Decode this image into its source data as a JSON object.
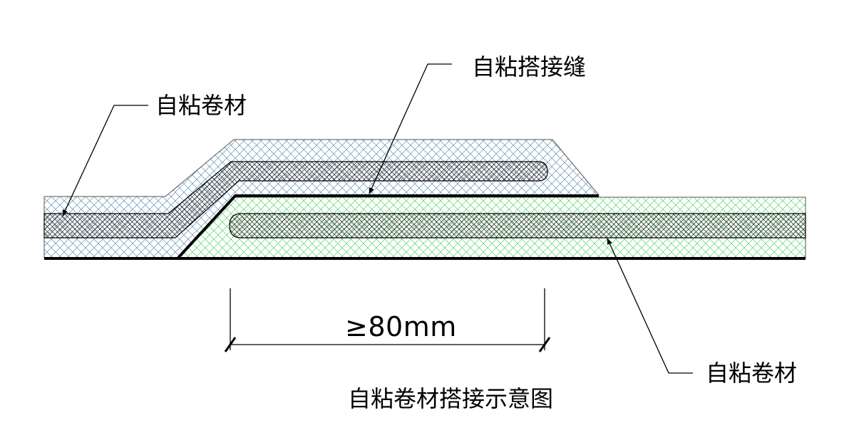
{
  "labels": {
    "seam": "自粘搭接缝",
    "membrane_upper": "自粘卷材",
    "membrane_lower": "自粘卷材",
    "dimension": "≥80mm",
    "caption": "自粘卷材搭接示意图"
  },
  "colors": {
    "upper_hatch": "#3b7ea1",
    "lower_hatch": "#2ecc40",
    "core_hatch": "#222222",
    "line": "#000000"
  }
}
